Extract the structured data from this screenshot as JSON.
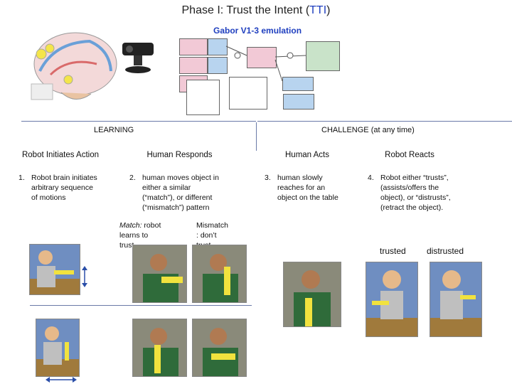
{
  "title": {
    "prefix": "Phase I: Trust the Intent (",
    "acronym": "TTI",
    "suffix": ")"
  },
  "subtitle": "Gabor V1-3 emulation",
  "sections": {
    "learning": "LEARNING",
    "challenge": "CHALLENGE (at any time)"
  },
  "columns": [
    {
      "header": "Robot Initiates Action",
      "num": "1.",
      "text": [
        "Robot brain initiates",
        "arbitrary sequence",
        "of motions"
      ]
    },
    {
      "header": "Human Responds",
      "num": "2.",
      "text": [
        "human moves object in",
        "either a similar",
        "(“match”), or different",
        "(“mismatch”) pattern"
      ]
    },
    {
      "header": "Human Acts",
      "num": "3.",
      "text": [
        "human slowly",
        "reaches for an",
        "object on the table"
      ]
    },
    {
      "header": "Robot Reacts",
      "num": "4.",
      "text": [
        "Robot either “trusts”,",
        "(assists/offers the",
        "object), or “distrusts”,",
        "(retract the object)."
      ]
    }
  ],
  "match_note": {
    "label": "Match:",
    "rest": " robot",
    "line2": "learns to",
    "line3": "trust"
  },
  "mismatch_note": {
    "line1": "Mismatch",
    "line2": ": don’t",
    "line3": "trust"
  },
  "reacts_labels": {
    "trusted": "trusted",
    "distrusted": "distrusted"
  },
  "colors": {
    "accent": "#1f3fbf",
    "rule": "#6a7aa8",
    "tube": "#e6e14a"
  }
}
